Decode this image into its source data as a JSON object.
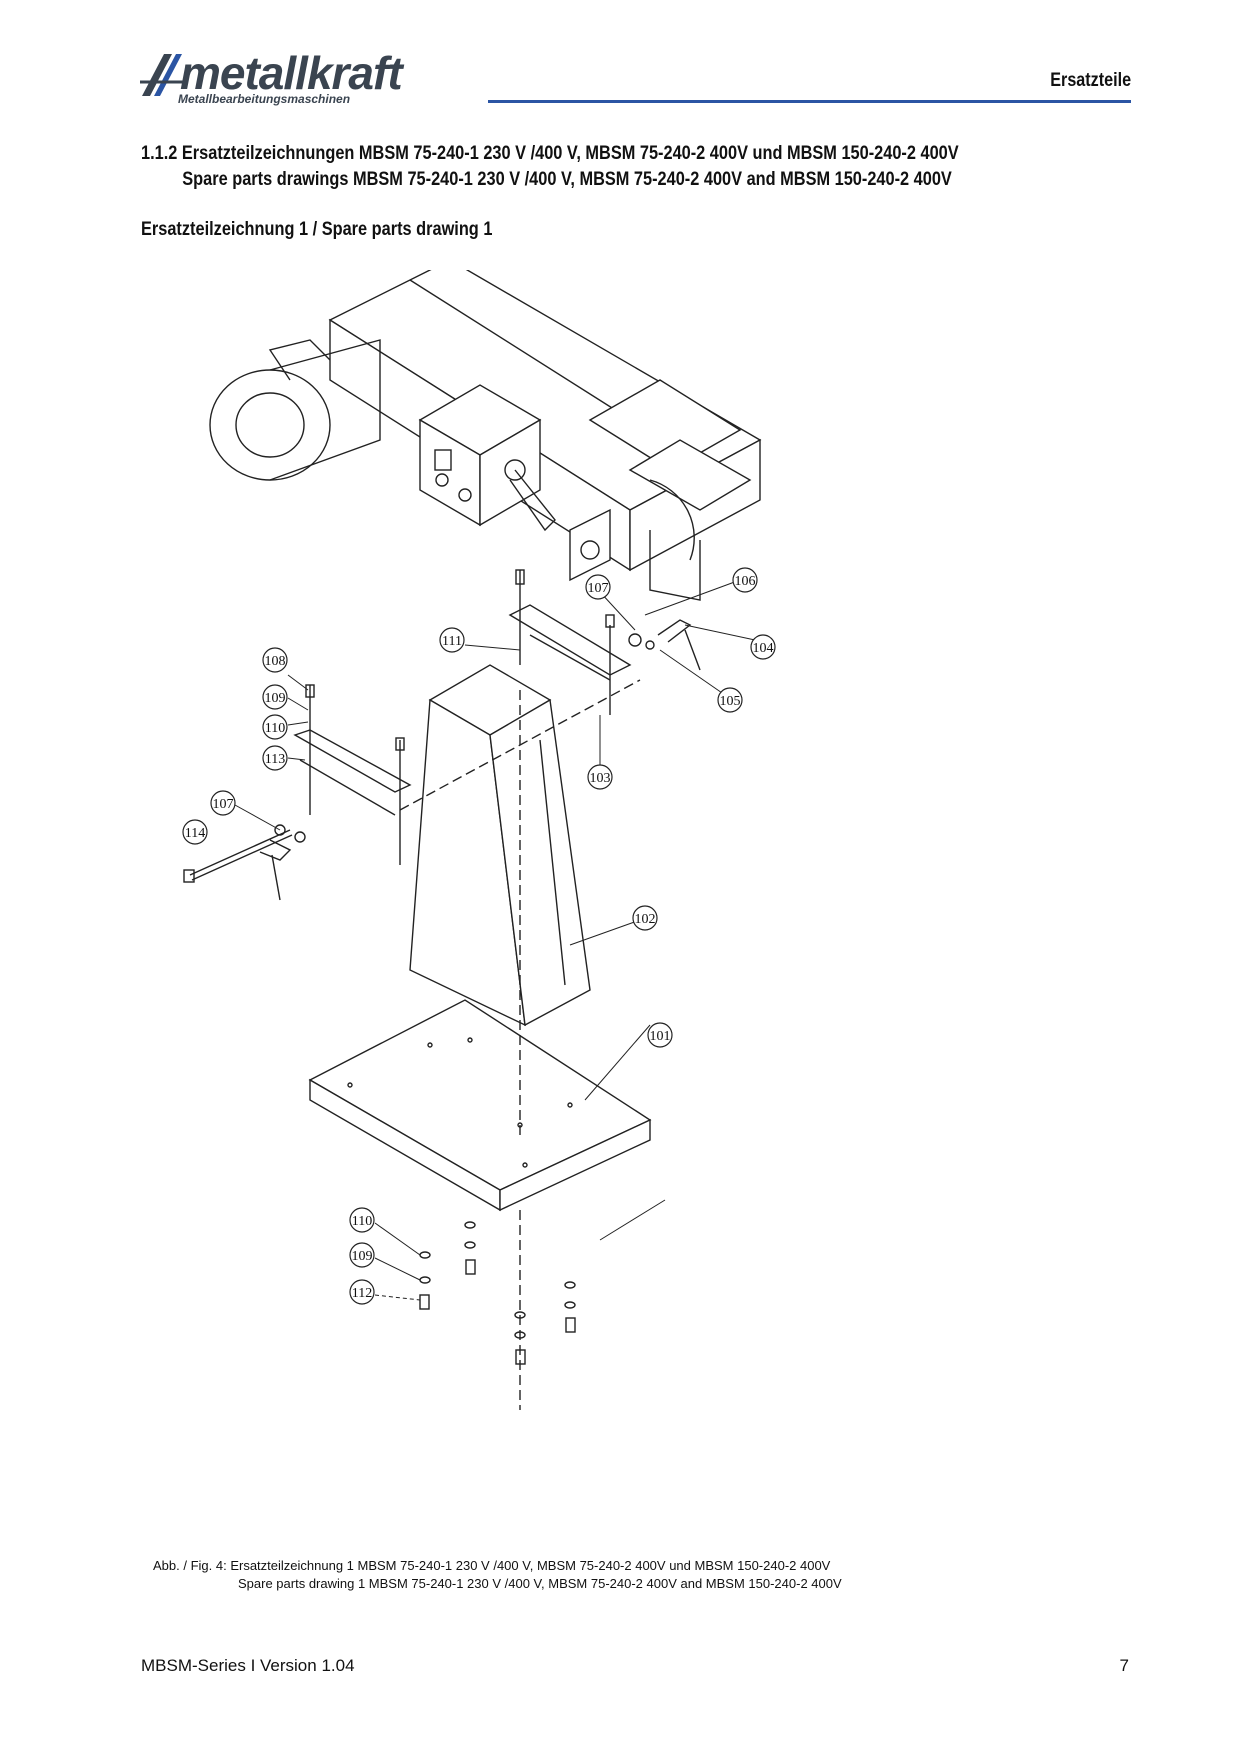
{
  "header": {
    "logo_name": "metallkraft",
    "logo_tagline": "Metallbearbeitungsmaschinen",
    "section": "Ersatzteile",
    "rule_color": "#2b55a4"
  },
  "heading": {
    "line1": "1.1.2  Ersatzteilzeichnungen MBSM 75-240-1  230 V /400 V, MBSM 75-240-2  400V und MBSM 150-240-2  400V",
    "line2": "Spare parts drawings MBSM 75-240-1  230 V /400 V, MBSM 75-240-2  400V and MBSM 150-240-2  400V"
  },
  "subheading": "Ersatzteilzeichnung 1 / Spare parts drawing 1",
  "callouts": [
    "101",
    "102",
    "103",
    "104",
    "105",
    "106",
    "107",
    "107",
    "108",
    "109",
    "110",
    "111",
    "112",
    "113",
    "114",
    "109",
    "110"
  ],
  "caption": {
    "line1": "Abb. / Fig. 4: Ersatzteilzeichnung 1 MBSM 75-240-1  230 V /400 V, MBSM 75-240-2  400V und MBSM 150-240-2  400V",
    "line2": "Spare parts drawing 1 MBSM 75-240-1  230 V /400 V, MBSM 75-240-2  400V and MBSM 150-240-2  400V"
  },
  "footer": {
    "left": "MBSM-Series I Version 1.04",
    "page": "7"
  }
}
